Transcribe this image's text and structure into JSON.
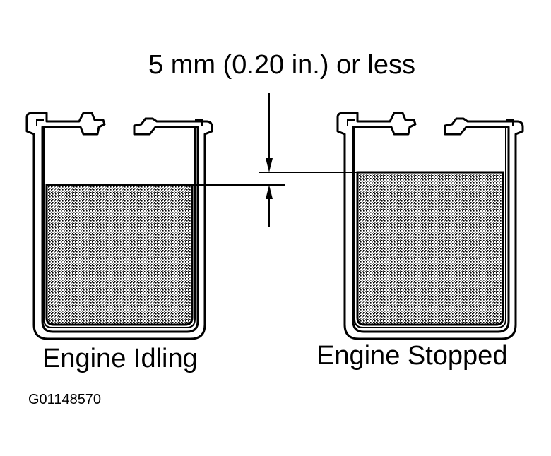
{
  "measurement_label": "5 mm (0.20 in.) or less",
  "left_caption": "Engine Idling",
  "right_caption": "Engine Stopped",
  "figure_code": "G01148570",
  "colors": {
    "ink": "#000000",
    "fluid": "#a9a9a9",
    "background": "#ffffff"
  }
}
